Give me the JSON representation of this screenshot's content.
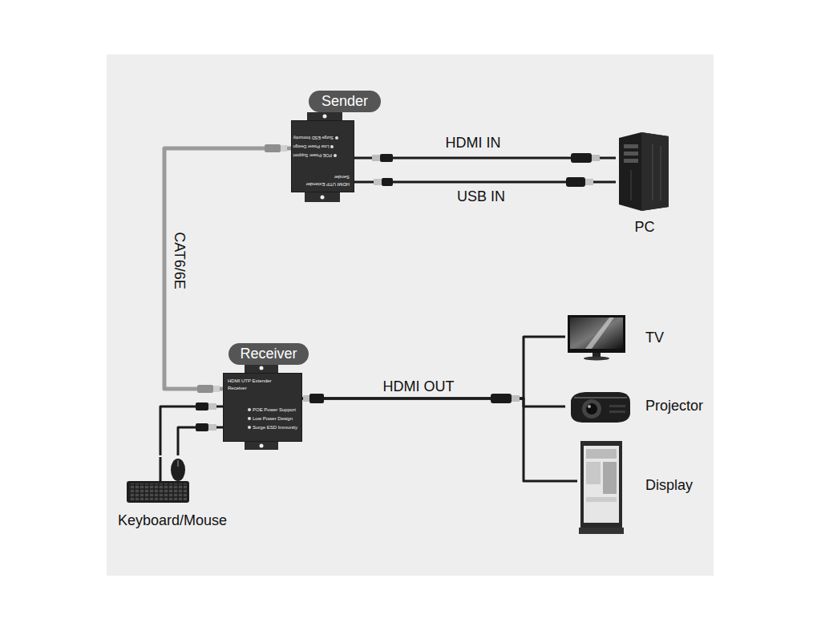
{
  "diagram": {
    "nodes": [
      {
        "text": [
          "Sender",
          "HDMI UTP Extender",
          "Sender",
          "POE Power Support",
          "Low Power Design",
          "Surge ESD Immunity"
        ]
      },
      {
        "text": [
          "PC"
        ]
      },
      {
        "text": [
          "Receiver",
          "HDMI UTP Extender",
          "Receiver",
          "POE Power Support",
          "Low Power Design",
          "Surge ESD Immunity"
        ]
      },
      {
        "text": [
          "TV"
        ]
      },
      {
        "text": [
          "Projector"
        ]
      },
      {
        "text": [
          "Display"
        ]
      },
      {
        "text": [
          "Keyboard/Mouse"
        ]
      }
    ],
    "edges": [
      {
        "from": 0,
        "to": 1,
        "arrow": "none",
        "label": "HDMI IN"
      },
      {
        "from": 0,
        "to": 1,
        "arrow": "none",
        "label": "USB IN"
      },
      {
        "from": 0,
        "to": 2,
        "arrow": "none",
        "label": "CAT6/6E"
      },
      {
        "from": 2,
        "to": 3,
        "arrow": "none",
        "label": "HDMI OUT"
      },
      {
        "from": 2,
        "to": 4,
        "arrow": "none"
      },
      {
        "from": 2,
        "to": 5,
        "arrow": "none"
      },
      {
        "from": 2,
        "to": 6,
        "arrow": "none"
      },
      {
        "from": 2,
        "to": 6,
        "arrow": "none"
      }
    ]
  }
}
